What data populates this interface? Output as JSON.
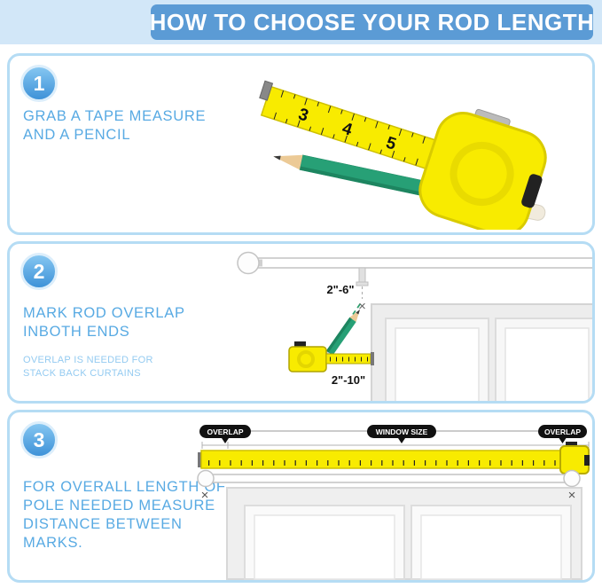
{
  "header": {
    "title": "HOW TO CHOOSE YOUR ROD LENGTH"
  },
  "steps": [
    {
      "number": "1",
      "title": "GRAB A TAPE MEASURE\nAND A PENCIL"
    },
    {
      "number": "2",
      "title": "MARK ROD OVERLAP\nINBOTH ENDS",
      "note": "OVERLAP IS NEEDED FOR\nSTACK BACK CURTAINS",
      "measurements": {
        "top": "2\"-6\"",
        "bottom": "2\"-10\""
      },
      "mark_symbol": "×"
    },
    {
      "number": "3",
      "title": "FOR OVERALL LENGTH OF\nPOLE NEEDED MEASURE\nDISTANCE BETWEEN\nMARKS.",
      "labels": {
        "left": "OVERLAP",
        "center": "WINDOW SIZE",
        "right": "OVERLAP"
      },
      "mark_left": "×",
      "mark_right": "×"
    }
  ],
  "illustrations": {
    "tape_numbers": [
      "3",
      "4",
      "5"
    ]
  },
  "colors": {
    "banner_bg": "#d2e7f8",
    "banner_box": "#5b9bd5",
    "accent_text": "#58aae3",
    "card_border": "#b5dcf4",
    "tape_yellow": "#f8eb00",
    "pencil_green": "#27a076",
    "label_black": "#111111"
  }
}
